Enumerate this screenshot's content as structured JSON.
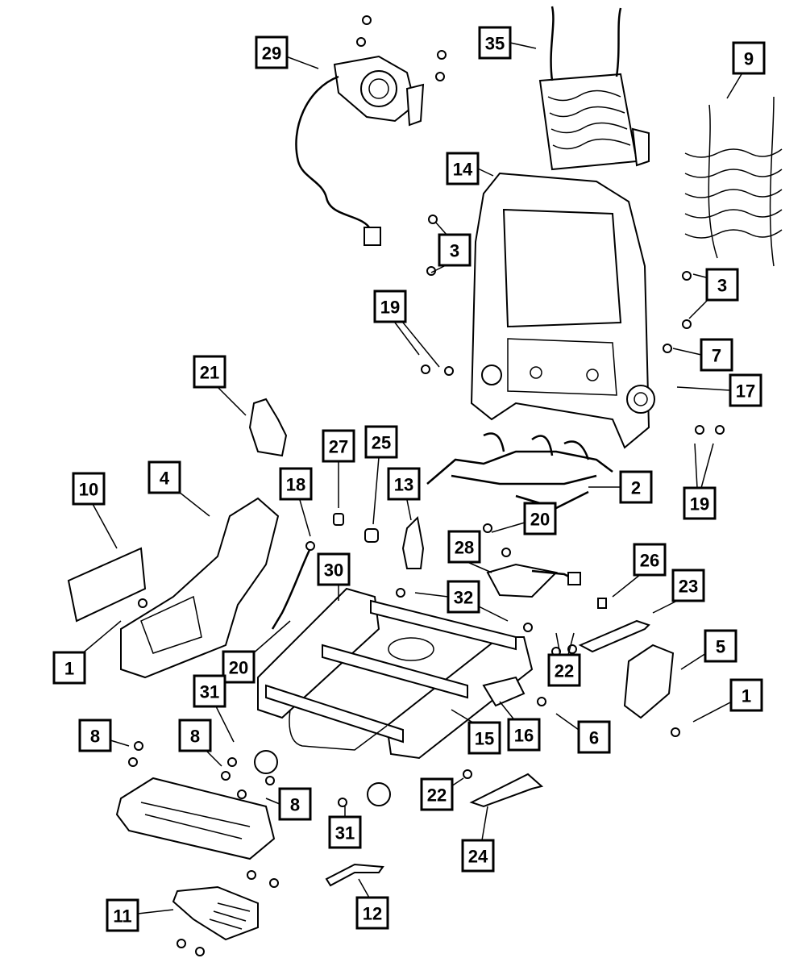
{
  "diagram": {
    "callouts": [
      {
        "label": "29"
      },
      {
        "label": "35"
      },
      {
        "label": "9"
      },
      {
        "label": "14"
      },
      {
        "label": "3"
      },
      {
        "label": "3"
      },
      {
        "label": "19"
      },
      {
        "label": "7"
      },
      {
        "label": "17"
      },
      {
        "label": "21"
      },
      {
        "label": "27"
      },
      {
        "label": "25"
      },
      {
        "label": "18"
      },
      {
        "label": "13"
      },
      {
        "label": "2"
      },
      {
        "label": "19"
      },
      {
        "label": "10"
      },
      {
        "label": "4"
      },
      {
        "label": "20"
      },
      {
        "label": "28"
      },
      {
        "label": "26"
      },
      {
        "label": "30"
      },
      {
        "label": "23"
      },
      {
        "label": "32"
      },
      {
        "label": "1"
      },
      {
        "label": "5"
      },
      {
        "label": "22"
      },
      {
        "label": "20"
      },
      {
        "label": "1"
      },
      {
        "label": "31"
      },
      {
        "label": "15"
      },
      {
        "label": "16"
      },
      {
        "label": "6"
      },
      {
        "label": "8"
      },
      {
        "label": "8"
      },
      {
        "label": "8"
      },
      {
        "label": "22"
      },
      {
        "label": "31"
      },
      {
        "label": "24"
      },
      {
        "label": "11"
      },
      {
        "label": "12"
      }
    ]
  }
}
